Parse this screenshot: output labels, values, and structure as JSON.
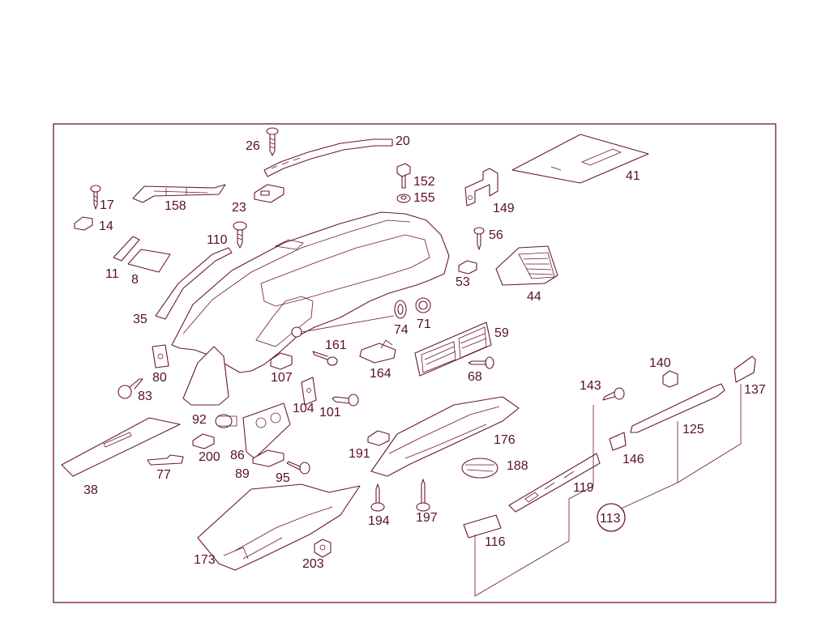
{
  "colors": {
    "line": "#6b1a2a",
    "text": "#5a1020",
    "background": "#ffffff"
  },
  "labels": {
    "p26": "26",
    "p20": "20",
    "p17": "17",
    "p158": "158",
    "p23": "23",
    "p152": "152",
    "p155": "155",
    "p149": "149",
    "p41": "41",
    "p14": "14",
    "p110": "110",
    "p56": "56",
    "p11": "11",
    "p8": "8",
    "p53": "53",
    "p44": "44",
    "p35": "35",
    "p74": "74",
    "p71": "71",
    "p59": "59",
    "p161": "161",
    "p80": "80",
    "p107": "107",
    "p164": "164",
    "p68": "68",
    "p83": "83",
    "p140": "140",
    "p143": "143",
    "p137": "137",
    "p104": "104",
    "p101": "101",
    "p92": "92",
    "p125": "125",
    "p176": "176",
    "p146": "146",
    "p86": "86",
    "p200": "200",
    "p191": "191",
    "p188": "188",
    "p77": "77",
    "p89": "89",
    "p95": "95",
    "p38": "38",
    "p119": "119",
    "p113": "113",
    "p194": "194",
    "p197": "197",
    "p116": "116",
    "p173": "173",
    "p203": "203"
  }
}
